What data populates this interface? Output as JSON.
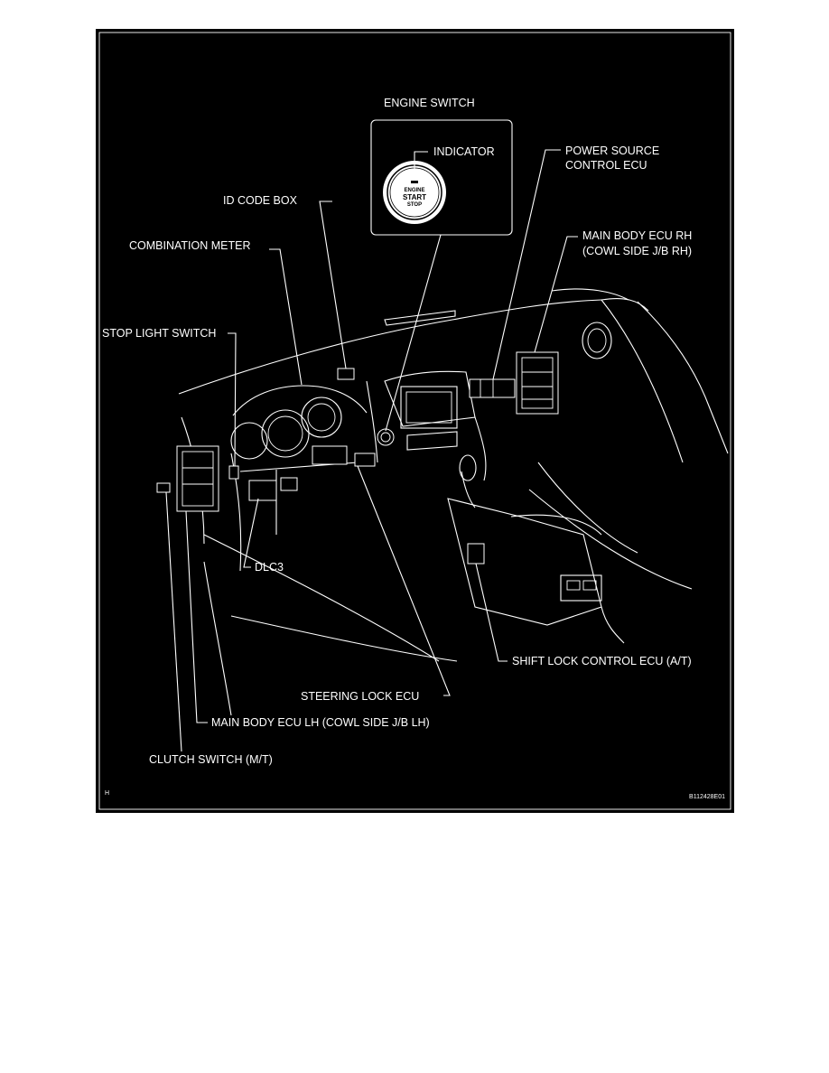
{
  "diagram": {
    "labels": {
      "engine_switch": "ENGINE SWITCH",
      "indicator": "INDICATOR",
      "power_source_line1": "POWER SOURCE",
      "power_source_line2": "CONTROL ECU",
      "id_code_box": "ID CODE BOX",
      "main_body_rh_line1": "MAIN BODY ECU RH",
      "main_body_rh_line2": "(COWL SIDE J/B RH)",
      "combination_meter": "COMBINATION METER",
      "stop_light_switch": "STOP LIGHT SWITCH",
      "dlc3": "DLC3",
      "shift_lock": "SHIFT LOCK CONTROL ECU (A/T)",
      "steering_lock": "STEERING LOCK ECU",
      "main_body_lh": "MAIN BODY ECU LH (COWL SIDE J/B LH)",
      "clutch_switch": "CLUTCH SWITCH (M/T)",
      "corner_mark": "H",
      "figure_code": "B112428E01"
    },
    "button_text": {
      "engine": "ENGINE",
      "start": "START",
      "stop": "STOP"
    },
    "colors": {
      "background": "#000000",
      "line": "#ffffff",
      "page": "#ffffff"
    }
  }
}
